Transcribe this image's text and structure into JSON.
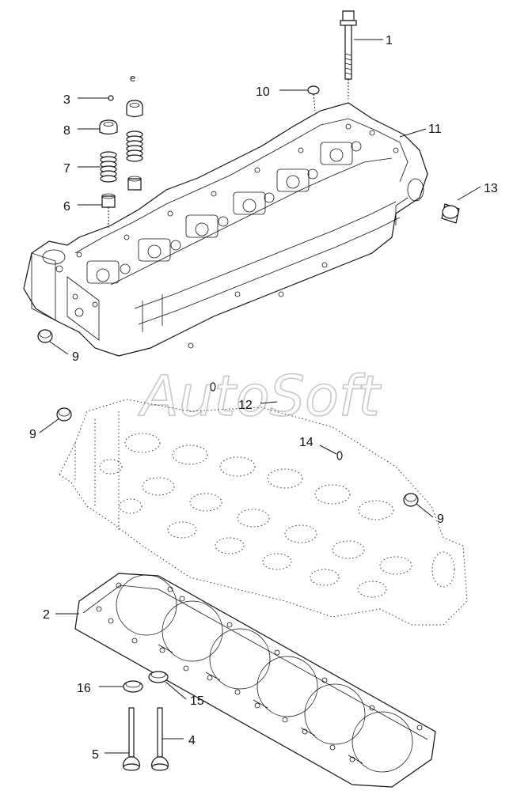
{
  "watermark": "AutoSoft",
  "callouts": {
    "c1": "1",
    "c2": "2",
    "c3": "3",
    "c4": "4",
    "c5": "5",
    "c6": "6",
    "c7": "7",
    "c8": "8",
    "c9a": "9",
    "c9b": "9",
    "c9c": "9",
    "c10": "10",
    "c11": "11",
    "c12": "12",
    "c13": "13",
    "c14": "14",
    "c15": "15",
    "c16": "16"
  },
  "small_letters": {
    "e1": "e"
  }
}
